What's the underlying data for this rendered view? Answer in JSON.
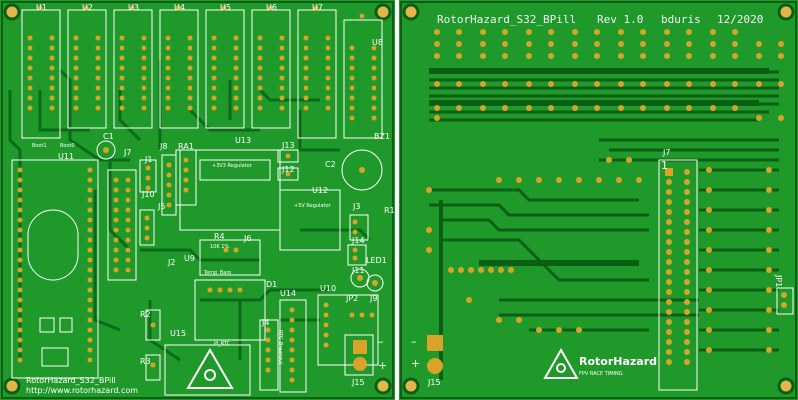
{
  "front": {
    "footer_line1": "RotorHazard_S32_BPill",
    "footer_line2": "http://www.rotorhazard.com",
    "ic_labels": [
      "U1",
      "U2",
      "U3",
      "U4",
      "U5",
      "U6",
      "U7",
      "U8"
    ],
    "component_labels": {
      "u11": "U11",
      "boot0": "Boot0",
      "boot1": "Boot1",
      "c1": "C1",
      "j7": "J7",
      "j8": "J8",
      "ra1": "RA1",
      "u13": "U13",
      "reg33": "+3V3 Regulator",
      "j13": "J13",
      "j12": "J12",
      "c2": "C2",
      "bz1": "BZ1",
      "u12": "U12",
      "reg5": "+5V Regulator",
      "j1": "J1",
      "j10": "J10",
      "j5": "J5",
      "j3": "J3",
      "r1": "R1",
      "j14": "J14",
      "j6": "J6",
      "r4": "R4",
      "r4_val": "10K 1%",
      "u9": "U9",
      "temp": "Temp_Baro",
      "j2": "J2",
      "led1": "LED1",
      "j11": "J11",
      "d1": "D1",
      "u14": "U14",
      "u10": "U10",
      "jp2": "JP2",
      "j9": "J9",
      "r2": "R2",
      "r3": "R3",
      "u15": "U15",
      "pi_rtc": "Pi_RTC",
      "j4": "J4",
      "j15": "J15",
      "rtc_breakout": "RTC_Breakout",
      "minus": "–",
      "plus": "+"
    }
  },
  "back": {
    "title": "RotorHazard_S32_BPill",
    "revision": "Rev 1.0",
    "author": "bduris",
    "date": "12/2020",
    "j7": "J7",
    "j7_pin": "1",
    "j15": "J15",
    "jp1": "JP1",
    "minus": "–",
    "plus": "+",
    "logo_name": "RotorHazard",
    "logo_tag": "FPV RACE TIMING"
  },
  "colors": {
    "board": "#1f9a2a",
    "copper": "#0b5f15",
    "pad": "#d9a32a",
    "silk": "#ffffff"
  }
}
